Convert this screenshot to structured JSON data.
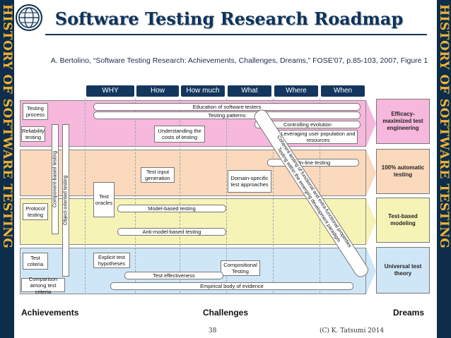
{
  "side_banner": {
    "text": "HISTORY OF SOFTWARE TESTING",
    "band_color": "#0d2d4a",
    "text_color": "#f2b233"
  },
  "logo": {
    "icon": "globe-logo-icon"
  },
  "title": "Software Testing Research Roadmap",
  "citation": "A. Bertolino, “Software Testing Research: Achievements, Challenges, Dreams,” FOSE'07, p.85-103, 2007, Figure 1",
  "columns": [
    "WHY",
    "How",
    "How much",
    "What",
    "Where",
    "When"
  ],
  "rows": {
    "colors": [
      "#f6b8dc",
      "#fad9bd",
      "#f6f3b6",
      "#cfe6f7"
    ],
    "arrow_colors": [
      "#f6b8dc",
      "#fad9bd",
      "#f6f3b6",
      "#cfe6f7"
    ]
  },
  "achievements": {
    "testing_process": "Testing process",
    "reliability_testing": "Reliability testing",
    "protocol_testing": "Protocol testing",
    "test_criteria": "Test criteria",
    "comparison_among_test_criteria": "Comparison among test criteria",
    "object_oriented_testing": "Object-oriented testing",
    "component_based_testing": "Component-based testing"
  },
  "challenges": {
    "education": "Education of software testers",
    "testing_patterns": "Testing patterns",
    "controlling_evolution": "Controlling evolution",
    "understanding_costs": "Understanding the costs of testing",
    "leveraging_user_population": "Leveraging user population and resources",
    "online_testing": "On-line testing",
    "test_input_generation": "Test input generation",
    "test_oracles": "Test oracles",
    "domain_specific": "Domain-specific test approaches",
    "model_based": "Model-based testing",
    "anti_model_based": "Anti-model-based testing",
    "explicit_hypotheses": "Explicit test hypotheses",
    "compositional": "Compositional Testing",
    "test_effectiveness": "Test effectiveness",
    "empirical_body": "Empirical body of evidence",
    "coherent_testing_line1": "Coherent testing of functional and extra-functional properties",
    "coherent_testing_line2": "Testing within the emerging development paradigm"
  },
  "dreams": {
    "efficacy": "Efficacy-maximized test engineering",
    "automatic": "100% automatic testing",
    "test_based_modeling": "Test-based modeling",
    "universal": "Universal test theory"
  },
  "footer": {
    "achievements": "Achievements",
    "challenges": "Challenges",
    "dreams": "Dreams",
    "page_number": "38",
    "copyright": "(C) K. Tatsumi 2014"
  }
}
